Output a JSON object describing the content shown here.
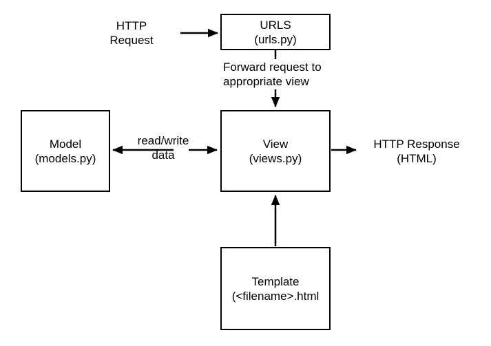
{
  "colors": {
    "background": "#ffffff",
    "stroke": "#000000",
    "text": "#000000"
  },
  "boxes": {
    "urls": {
      "line1": "URLS",
      "line2": "(urls.py)"
    },
    "model": {
      "line1": "Model",
      "line2": "(models.py)"
    },
    "view": {
      "line1": "View",
      "line2": "(views.py)"
    },
    "template": {
      "line1": "Template",
      "line2": "(<filename>.html"
    }
  },
  "labels": {
    "http_request": {
      "line1": "HTTP",
      "line2": "Request"
    },
    "forward": {
      "line1": "Forward request to",
      "line2": "appropriate view"
    },
    "read_write": {
      "line1": "read/write",
      "line2": "data"
    },
    "http_response": {
      "line1": "HTTP Response",
      "line2": "(HTML)"
    }
  }
}
